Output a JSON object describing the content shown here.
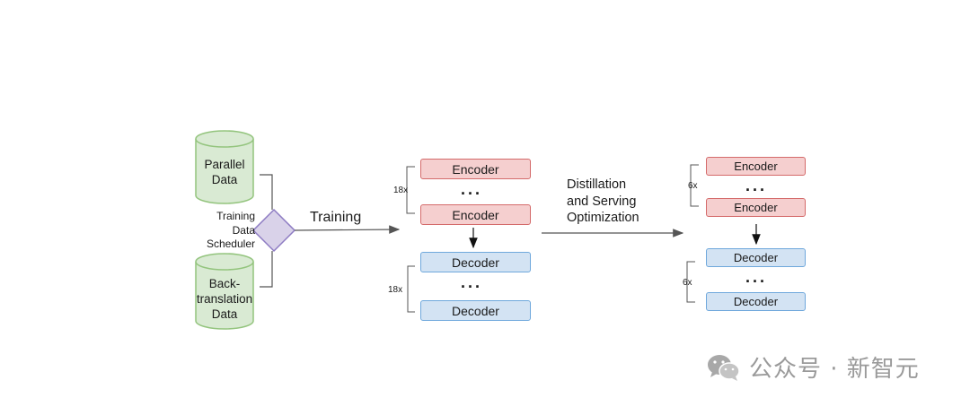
{
  "sources": {
    "parallel": [
      "Parallel",
      "Data"
    ],
    "back_translation": [
      "Back-",
      "translation",
      "Data"
    ]
  },
  "scheduler": [
    "Training",
    "Data",
    "Scheduler"
  ],
  "training_label": "Training",
  "teacher": {
    "encoder_label": "Encoder",
    "decoder_label": "Decoder",
    "encoder_repeat": "18x",
    "decoder_repeat": "18x",
    "ellipsis": "..."
  },
  "distill_label": [
    "Distillation",
    "and Serving",
    "Optimization"
  ],
  "student": {
    "encoder_label": "Encoder",
    "decoder_label": "Decoder",
    "encoder_repeat": "6x",
    "decoder_repeat": "6x",
    "ellipsis": "..."
  },
  "watermark": "公众号 · 新智元",
  "colors": {
    "cylinder_fill": "#d9ead3",
    "cylinder_stroke": "#93c47d",
    "diamond_fill": "#d9d2e9",
    "diamond_stroke": "#8e7cc3",
    "encoder_fill": "#f5cfcf",
    "encoder_stroke": "#d46a6a",
    "decoder_fill": "#d3e3f3",
    "decoder_stroke": "#6fa8dc",
    "arrow": "#555555"
  }
}
